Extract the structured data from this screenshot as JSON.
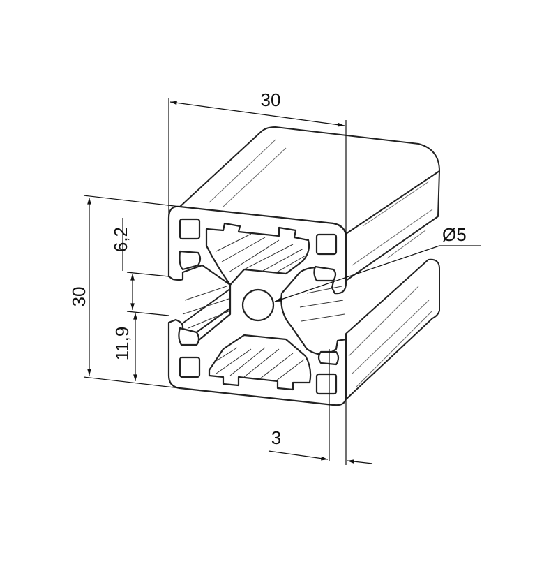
{
  "drawing": {
    "dimensions": {
      "top_width": "30",
      "left_height": "30",
      "slot_opening": "6,2",
      "lower_offset": "11,9",
      "core_hole": "Ø5",
      "wall": "3"
    }
  }
}
